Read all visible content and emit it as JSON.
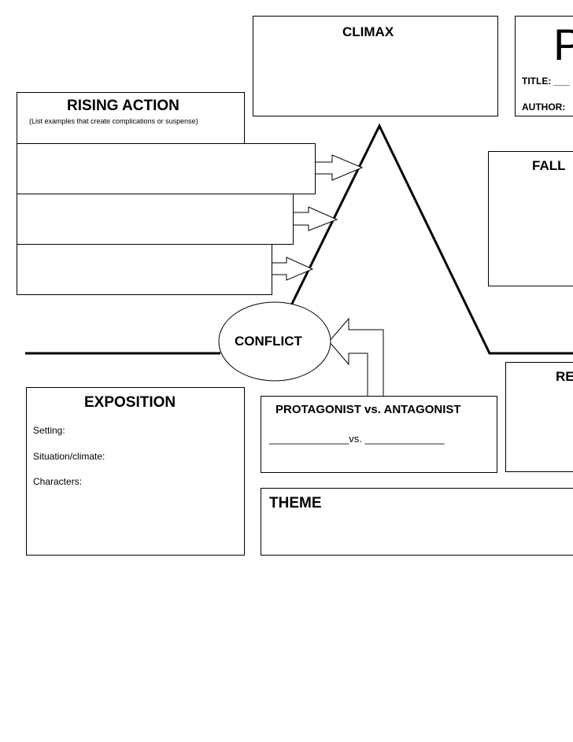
{
  "climax": {
    "label": "CLIMAX"
  },
  "header": {
    "big_letter": "P",
    "title_label": "TITLE: ___",
    "author_label": "AUTHOR:"
  },
  "rising_action": {
    "label": "RISING ACTION",
    "subtitle": "(List examples that create complications or suspense)"
  },
  "falling_action": {
    "label": "FALL"
  },
  "resolution": {
    "label": "RE"
  },
  "conflict": {
    "label": "CONFLICT"
  },
  "exposition": {
    "label": "EXPOSITION",
    "fields": [
      "Setting:",
      "Situation/climate:",
      "Characters:"
    ]
  },
  "protagonist": {
    "label": "PROTAGONIST vs. ANTAGONIST",
    "line": "______________vs. ______________"
  },
  "theme": {
    "label": "THEME"
  }
}
